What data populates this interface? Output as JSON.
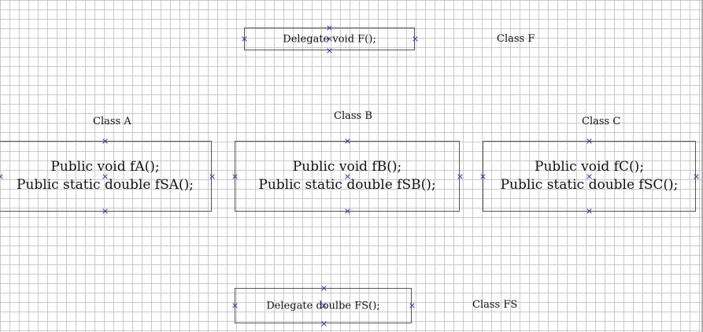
{
  "delegates": {
    "f": {
      "label": "Class F",
      "text": "Delegate void F();"
    },
    "fs": {
      "label": "Class FS",
      "text": "Delegate doulbe  FS();"
    }
  },
  "classes": {
    "a": {
      "label": "Class A",
      "lines": [
        "Public void fA();",
        "Public static double fSA();"
      ]
    },
    "b": {
      "label": "Class B",
      "lines": [
        "Public void fB();",
        "Public static double fSB();"
      ]
    },
    "c": {
      "label": "Class C",
      "lines": [
        "Public void fC();",
        "Public static double fSC();"
      ]
    }
  },
  "colors": {
    "grid": "#c9c9c9",
    "border": "#555555",
    "handle": "#3a3ab0"
  }
}
